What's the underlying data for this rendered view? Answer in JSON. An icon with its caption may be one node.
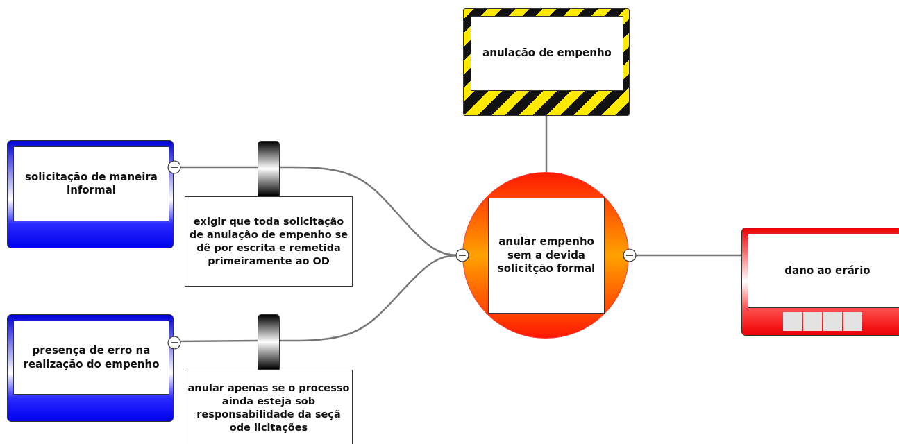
{
  "diagram": {
    "nodes": [
      {
        "text": [
          "anulação de empenho"
        ]
      },
      {
        "text": [
          "solicitação de maneira informal"
        ]
      },
      {
        "text": [],
        "shape": "cylinder"
      },
      {
        "text": [
          "exigir que toda solicitação de anulação de empenho se dê por escrita e remetida primeiramente ao OD"
        ]
      },
      {
        "text": [
          "anular empenho sem a devida solicitção formal"
        ]
      },
      {
        "text": [
          "dano ao erário"
        ]
      },
      {
        "text": [
          "presença de erro na realização do empenho"
        ]
      },
      {
        "text": [],
        "shape": "cylinder"
      },
      {
        "text": [
          "anular apenas se o processo ainda esteja sob responsabilidade da seçã ode licitações"
        ]
      }
    ],
    "edges": [
      {
        "from": 0,
        "to": 4,
        "arrow": "none"
      },
      {
        "from": 1,
        "to": 2,
        "arrow": "none"
      },
      {
        "from": 2,
        "to": 4,
        "arrow": "none"
      },
      {
        "from": 4,
        "to": 5,
        "arrow": "none"
      },
      {
        "from": 6,
        "to": 7,
        "arrow": "none"
      },
      {
        "from": 7,
        "to": 4,
        "arrow": "none"
      }
    ]
  }
}
